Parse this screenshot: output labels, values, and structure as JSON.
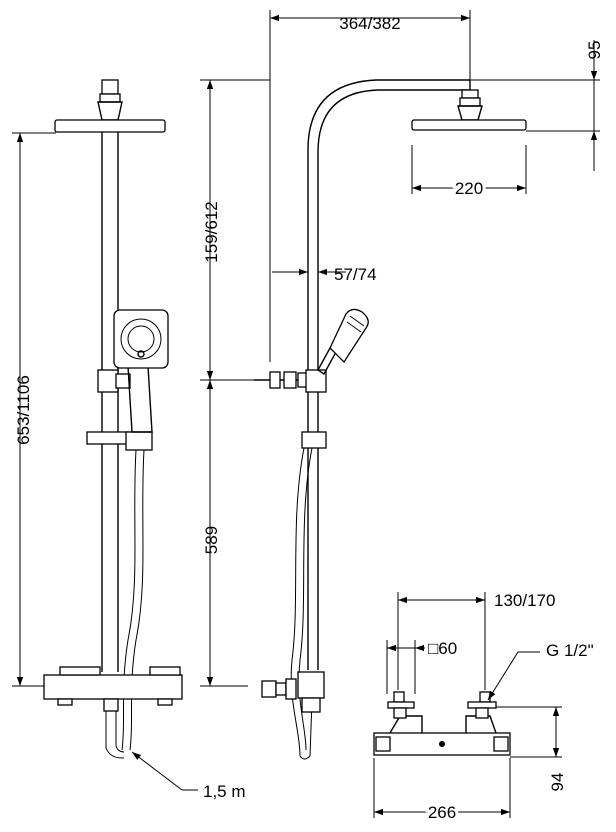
{
  "dimensions": {
    "total_height": "653/1106",
    "arm_height": "159/612",
    "lower_height": "589",
    "arm_reach": "364/382",
    "head_height": "95",
    "head_width": "220",
    "wall_offset": "57/74",
    "hose_length": "1,5 m",
    "center_distance": "130/170",
    "body_square": "□60",
    "thread": "G 1/2\"",
    "body_height": "94",
    "body_width": "266"
  }
}
